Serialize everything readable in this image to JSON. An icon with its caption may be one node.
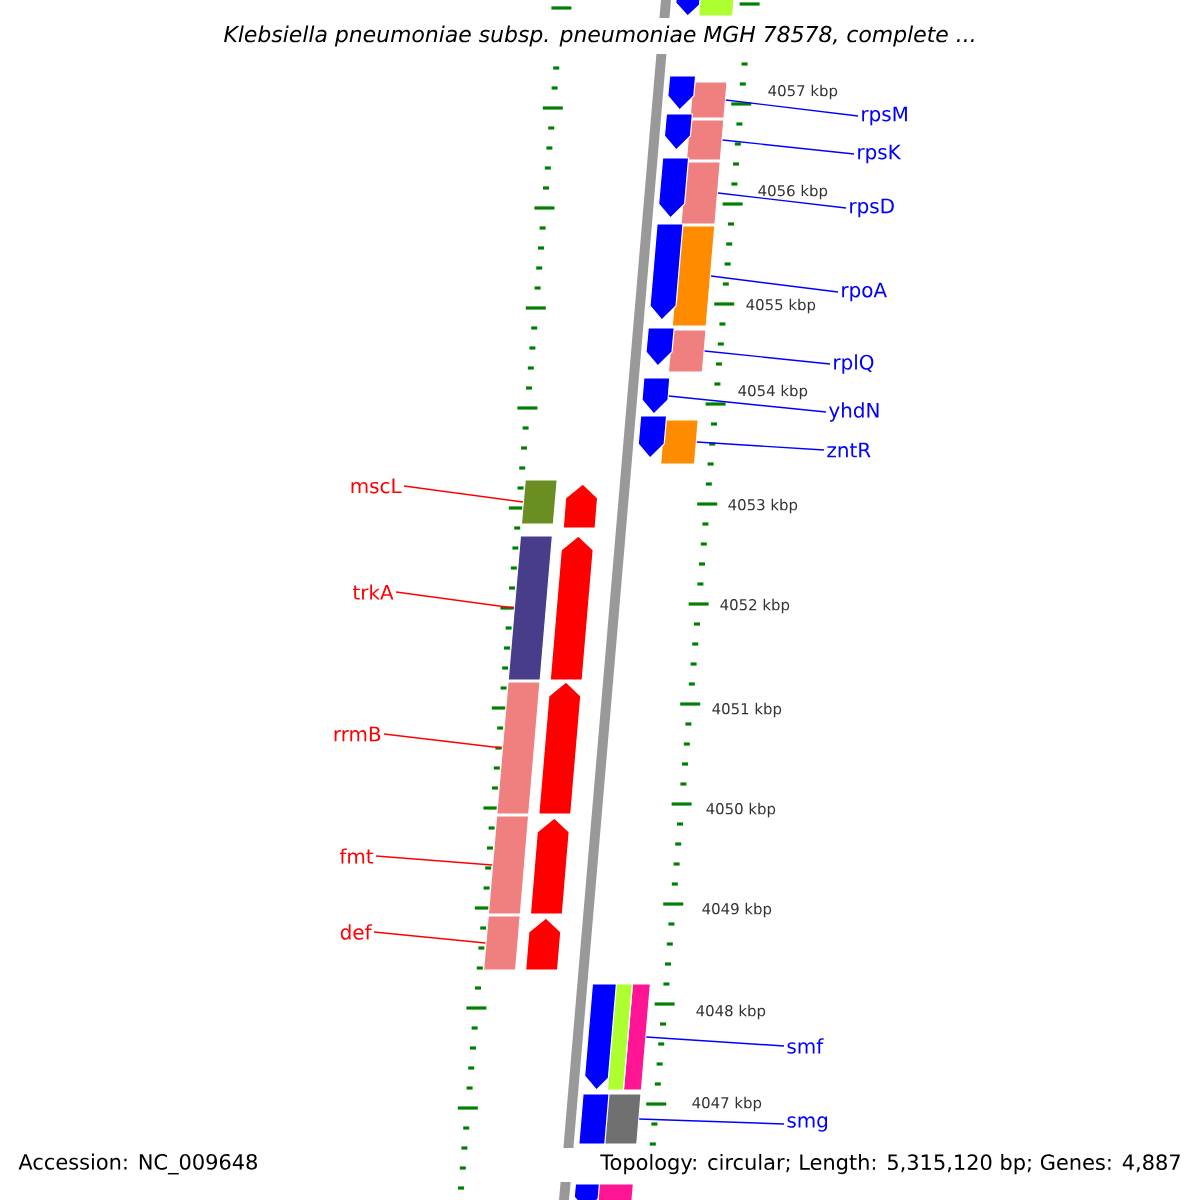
{
  "diagram": {
    "title": "*Klebsiella pneumoniae* subsp. *pneumoniae* MGH 78578, complete ...",
    "nodes": [
      {
        "text": [
          "rpsM"
        ]
      },
      {
        "text": [
          "rpsK"
        ]
      },
      {
        "text": [
          "rpsD"
        ]
      },
      {
        "text": [
          "rpoA"
        ]
      },
      {
        "text": [
          "rplQ"
        ]
      },
      {
        "text": [
          "yhdN"
        ]
      },
      {
        "text": [
          "zntR"
        ]
      },
      {
        "text": [
          "mscL"
        ]
      },
      {
        "text": [
          "trkA"
        ]
      },
      {
        "text": [
          "rrmB"
        ]
      },
      {
        "text": [
          "fmt"
        ]
      },
      {
        "text": [
          "def"
        ]
      },
      {
        "text": [
          "smf"
        ]
      },
      {
        "text": [
          "smg"
        ]
      },
      {
        "text": [],
        "shape": "box"
      },
      {
        "text": [],
        "shape": "box"
      },
      {
        "text": [],
        "shape": "box"
      },
      {
        "text": [],
        "shape": "box"
      },
      {
        "text": [],
        "shape": "box"
      },
      {
        "text": [],
        "shape": "pentagon"
      },
      {
        "text": [],
        "shape": "box"
      },
      {
        "text": [],
        "shape": "box"
      },
      {
        "text": [],
        "shape": "box"
      },
      {
        "text": [],
        "shape": "box"
      },
      {
        "text": [],
        "shape": "box"
      },
      {
        "text": [],
        "shape": "box"
      },
      {
        "text": [],
        "shape": "box"
      },
      {
        "text": [],
        "shape": "box"
      },
      {
        "text": [],
        "shape": "pentagon"
      },
      {
        "text": [],
        "shape": "box"
      },
      {
        "text": [],
        "shape": "pentagon"
      },
      {
        "text": [],
        "shape": "pentagon"
      },
      {
        "text": [],
        "shape": "pentagon"
      },
      {
        "text": [],
        "shape": "pentagon"
      },
      {
        "text": [],
        "shape": "pentagon"
      },
      {
        "text": [],
        "shape": "pentagon"
      },
      {
        "text": [],
        "shape": "pentagon"
      },
      {
        "text": [],
        "shape": "pentagon"
      },
      {
        "text": [],
        "shape": "pentagon"
      },
      {
        "text": [],
        "shape": "pentagon"
      },
      {
        "text": [],
        "shape": "pentagon"
      },
      {
        "text": [],
        "shape": "pentagon"
      },
      {
        "text": [],
        "shape": "box"
      },
      {
        "text": [],
        "shape": "pentagon"
      },
      {
        "text": [],
        "shape": "box"
      },
      {
        "text": [],
        "shape": "box"
      }
    ],
    "edges": [
      {
        "from": 0,
        "to": 14,
        "arrow": "none"
      },
      {
        "from": 1,
        "to": 15,
        "arrow": "none"
      },
      {
        "from": 2,
        "to": 16,
        "arrow": "none"
      },
      {
        "from": 3,
        "to": 17,
        "arrow": "none"
      },
      {
        "from": 4,
        "to": 18,
        "arrow": "none"
      },
      {
        "from": 5,
        "to": 19,
        "arrow": "none"
      },
      {
        "from": 6,
        "to": 20,
        "arrow": "none"
      },
      {
        "from": 7,
        "to": 21,
        "arrow": "none",
        "color": "#ff0000"
      },
      {
        "from": 8,
        "to": 22,
        "arrow": "none",
        "color": "#ff0000"
      },
      {
        "from": 9,
        "to": 23,
        "arrow": "none",
        "color": "#ff0000"
      },
      {
        "from": 10,
        "to": 24,
        "arrow": "none",
        "color": "#ff0000"
      },
      {
        "from": 11,
        "to": 25,
        "arrow": "none",
        "color": "#ff0000"
      },
      {
        "from": 12,
        "to": 26,
        "arrow": "none"
      },
      {
        "from": 13,
        "to": 27,
        "arrow": "none"
      }
    ],
    "labels": [
      "4057 kbp",
      "4056 kbp",
      "4055 kbp",
      "4054 kbp",
      "4053 kbp",
      "4052 kbp",
      "4051 kbp",
      "4050 kbp",
      "4049 kbp",
      "4048 kbp",
      "4047 kbp",
      "Accession: NC_009648",
      "Topology: circular; Length: 5,315,120 bp; Genes: 4,887"
    ]
  }
}
